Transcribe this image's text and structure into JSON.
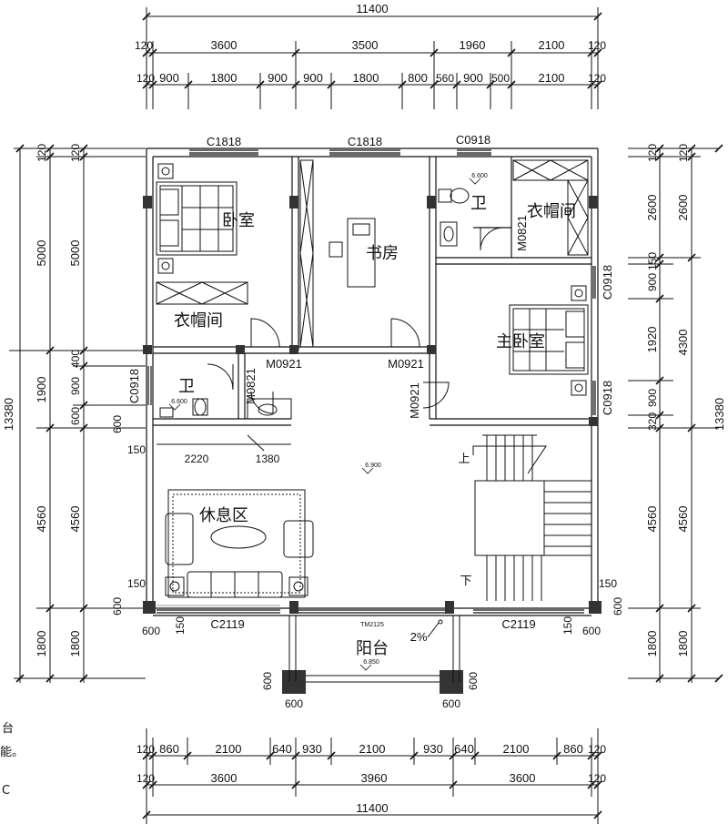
{
  "dimensions": {
    "top_total": "11400",
    "top_row1": [
      "120",
      "3600",
      "3500",
      "1960",
      "2100",
      "120"
    ],
    "top_row2": [
      "120",
      "900",
      "1800",
      "900",
      "900",
      "1800",
      "800",
      "560",
      "900",
      "500",
      "2100",
      "120"
    ],
    "bottom_row1": [
      "120",
      "860",
      "2100",
      "640",
      "930",
      "2100",
      "930",
      "640",
      "2100",
      "860",
      "120"
    ],
    "bottom_row2": [
      "120",
      "3600",
      "3960",
      "3600",
      "120"
    ],
    "bottom_total": "11400",
    "left_outer": [
      "120",
      "5000",
      "1900",
      "4560",
      "1800"
    ],
    "left_inner": [
      "120",
      "5000",
      "400",
      "900",
      "600",
      "4560",
      "1800"
    ],
    "left_total": "13380",
    "right_outer": [
      "120",
      "2600",
      "4300",
      "4560",
      "1800"
    ],
    "right_inner": [
      "120",
      "2600",
      "150",
      "900",
      "1920",
      "900",
      "320",
      "4560",
      "1800"
    ],
    "right_total": "13380",
    "small": {
      "d600": "600",
      "d150": "150",
      "d2220": "2220",
      "d1380": "1380"
    }
  },
  "rooms": {
    "bedroom": "卧室",
    "cloakroom_left": "衣帽间",
    "study": "书房",
    "bath_top": "卫",
    "cloakroom_right": "衣帽间",
    "master_bedroom": "主卧室",
    "bath_left": "卫",
    "lounge": "休息区",
    "balcony": "阳台"
  },
  "tags": {
    "window_c1818_a": "C1818",
    "window_c1818_b": "C1818",
    "window_c0918_top": "C0918",
    "window_c0918_left": "C0918",
    "window_c0918_right_a": "C0918",
    "window_c0918_right_b": "C0918",
    "window_c2119_left": "C2119",
    "window_c2119_right": "C2119",
    "door_m0921_a": "M0921",
    "door_m0921_b": "M0921",
    "door_m0921_c": "M0921",
    "door_m0821_a": "M0821",
    "door_m0821_b": "M0821",
    "door_tm2125": "TM2125",
    "slope": "2%",
    "stair_up": "上",
    "stair_down": "下"
  },
  "levels": {
    "l1": "6.600",
    "l2": "6.600",
    "l3": "6.900",
    "l4": "6.850"
  },
  "margin_fragments": [
    "台",
    "能。",
    "C"
  ]
}
